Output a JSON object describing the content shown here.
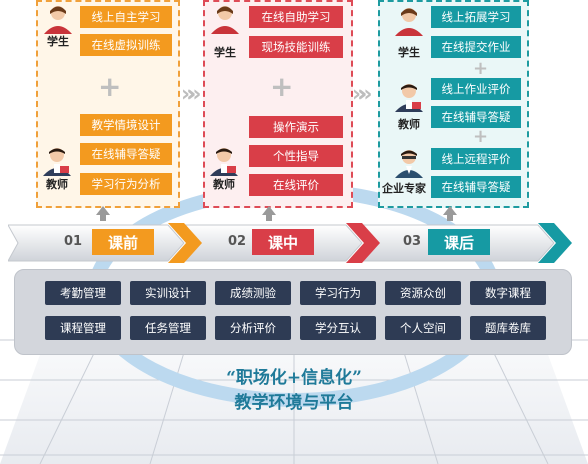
{
  "pre": {
    "student_role": "学生",
    "student_items": [
      "线上自主学习",
      "在线虚拟训练"
    ],
    "teacher_role": "教师",
    "teacher_items": [
      "教学情境设计",
      "在线辅导答疑",
      "学习行为分析"
    ]
  },
  "in": {
    "student_role": "学生",
    "student_items": [
      "在线自助学习",
      "现场技能训练"
    ],
    "teacher_role": "教师",
    "teacher_items": [
      "操作演示",
      "个性指导",
      "在线评价"
    ]
  },
  "post": {
    "student_role": "学生",
    "student_items": [
      "线上拓展学习",
      "在线提交作业"
    ],
    "teacher_role": "教师",
    "teacher_items": [
      "线上作业评价",
      "在线辅导答疑"
    ],
    "expert_role": "企业专家",
    "expert_items": [
      "线上远程评价",
      "在线辅导答疑"
    ]
  },
  "stages": [
    {
      "num": "01",
      "label": "课前"
    },
    {
      "num": "02",
      "label": "课中"
    },
    {
      "num": "03",
      "label": "课后"
    }
  ],
  "modules": {
    "row1": [
      "考勤管理",
      "实训设计",
      "成绩测验",
      "学习行为",
      "资源众创",
      "数字课程"
    ],
    "row2": [
      "课程管理",
      "任务管理",
      "分析评价",
      "学分互认",
      "个人空间",
      "题库卷库"
    ]
  },
  "slogan": {
    "line1": "“职场化+信息化”",
    "line2": "教学环境与平台"
  },
  "colors": {
    "pre": "#f39a1f",
    "in": "#d93e48",
    "post": "#169aa3",
    "module": "#2e3b54",
    "slogan": "#1f7a99"
  },
  "icons": [
    "student-icon",
    "teacher-icon",
    "expert-icon",
    "plus-icon",
    "up-arrow-icon",
    "chevron-right-icon"
  ]
}
